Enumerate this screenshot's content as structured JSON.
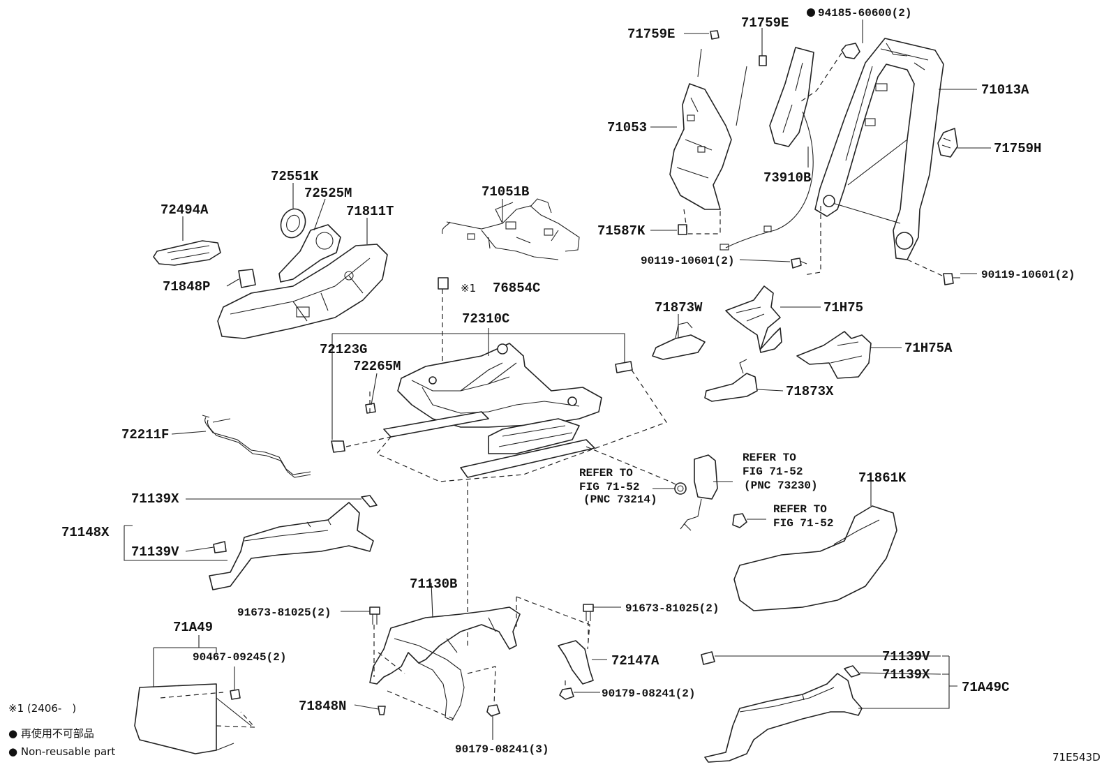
{
  "diagram_id": "71E543D",
  "labels": {
    "p71759E_a": "71759E",
    "p71759E_b": "71759E",
    "p94185": "94185-60600(2)",
    "p71013A": "71013A",
    "p71053": "71053",
    "p71759H": "71759H",
    "p73910B": "73910B",
    "p71587K": "71587K",
    "p90119_a": "90119-10601(2)",
    "p90119_b": "90119-10601(2)",
    "p72551K": "72551K",
    "p72525M": "72525M",
    "p72494A": "72494A",
    "p71811T": "71811T",
    "p71051B": "71051B",
    "p71848P": "71848P",
    "p76854C": "76854C",
    "note_ref_mark": "※1",
    "p72310C": "72310C",
    "p71873W": "71873W",
    "p71H75": "71H75",
    "p72123G": "72123G",
    "p72265M": "72265M",
    "p71H75A": "71H75A",
    "p71873X": "71873X",
    "p72211F": "72211F",
    "p71861K": "71861K",
    "p71139X_a": "71139X",
    "p71148X": "71148X",
    "p71139V_a": "71139V",
    "p71130B": "71130B",
    "p91673_a": "91673-81025(2)",
    "p91673_b": "91673-81025(2)",
    "p71A49": "71A49",
    "p90467": "90467-09245(2)",
    "p72147A": "72147A",
    "p71139V_b": "71139V",
    "p71139X_b": "71139X",
    "p71A49C": "71A49C",
    "p90179_a": "90179-08241(2)",
    "p71848N": "71848N",
    "p90179_b": "90179-08241(3)"
  },
  "refs": {
    "ref1_line1": "REFER TO",
    "ref1_line2": "FIG 71-52",
    "ref1_line3": "(PNC 73214)",
    "ref2_line1": "REFER TO",
    "ref2_line2": "FIG 71-52",
    "ref2_line3": "(PNC 73230)",
    "ref3_line1": "REFER TO",
    "ref3_line2": "FIG 71-52"
  },
  "notes": {
    "note1": "※1 (2406-　)",
    "note2": "● 再使用不可部品",
    "note3": "● Non-reusable part"
  }
}
